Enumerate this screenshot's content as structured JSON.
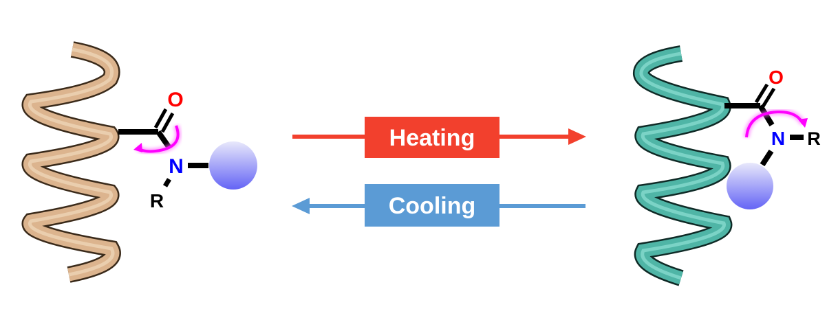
{
  "left_state": {
    "oxygen": "O",
    "nitrogen": "N",
    "r_group": "R",
    "helix_color": "#dcb48e"
  },
  "right_state": {
    "oxygen": "O",
    "nitrogen": "N",
    "r_group": "R",
    "helix_color": "#4fb5a6"
  },
  "heating": {
    "label": "Heating",
    "color": "#f2402d"
  },
  "cooling": {
    "label": "Cooling",
    "color": "#5b9bd5"
  },
  "colors": {
    "oxygen": "#ff0000",
    "nitrogen": "#0000ff",
    "rotation_arrow": "#ff00ff"
  }
}
